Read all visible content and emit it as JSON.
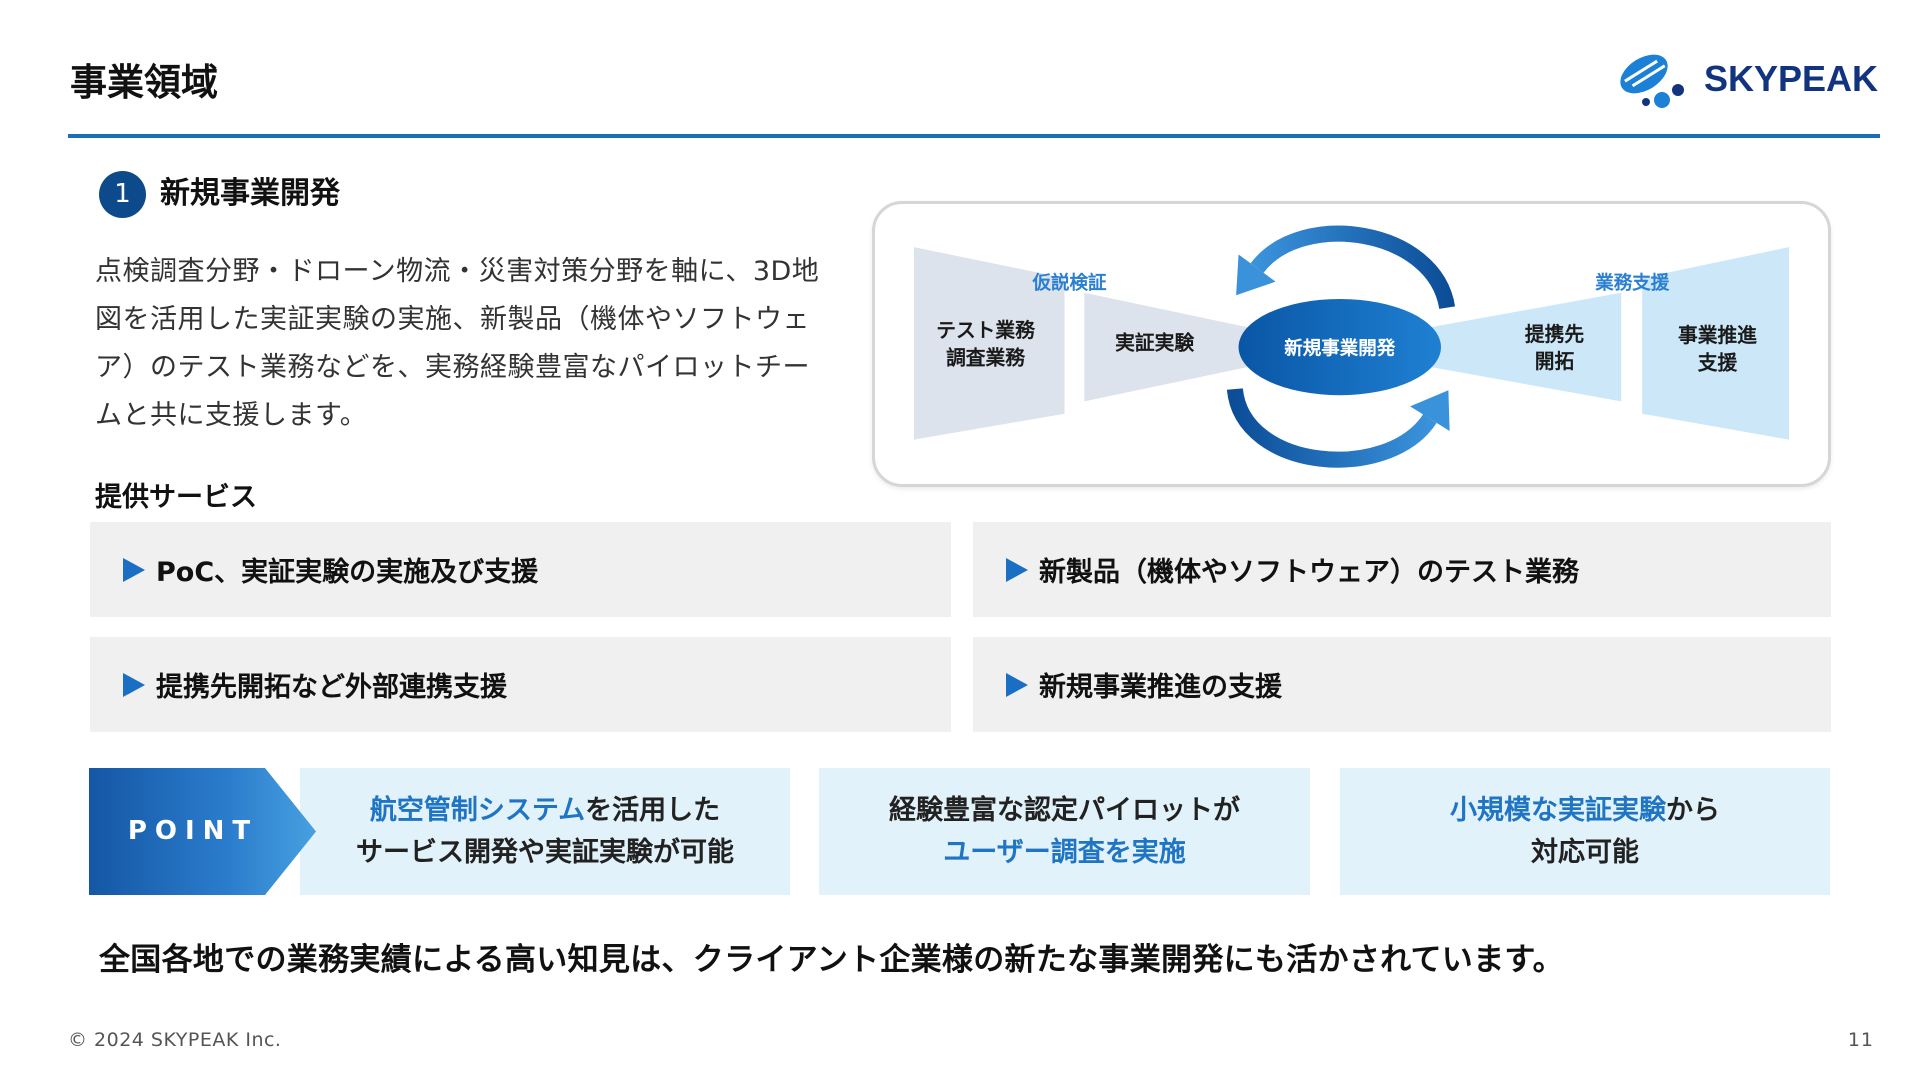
{
  "header": {
    "title": "事業領域",
    "logo_text": "SKYPEAK"
  },
  "section": {
    "number": "1",
    "title": "新規事業開発",
    "description_lines": [
      "点検調査分野・ドローン物流・災害対策分野を軸に、3D地",
      "図を活用した実証実験の実施、新製品（機体やソフトウェ",
      "ア）のテスト業務などを、実務経験豊富なパイロットチー",
      "ムと共に支援します。"
    ]
  },
  "diagram": {
    "left_label": "仮説検証",
    "right_label": "業務支援",
    "center": "新規事業開発",
    "left_stage_outer": [
      "テスト業務",
      "調査業務"
    ],
    "left_stage_inner": "実証実験",
    "right_stage_inner": [
      "提携先",
      "開拓"
    ],
    "right_stage_outer": [
      "事業推進",
      "支援"
    ]
  },
  "services": {
    "heading": "提供サービス",
    "items": [
      "PoC、実証実験の実施及び支援",
      "新製品（機体やソフトウェア）のテスト業務",
      "提携先開拓など外部連携支援",
      "新規事業推進の支援"
    ]
  },
  "point": {
    "label": "POINT",
    "cards": [
      {
        "line1": [
          "航空管制システム",
          "を活用した"
        ],
        "line2": [
          "サービス開発や実証実験が可能"
        ]
      },
      {
        "line1": [
          "経験豊富な認定パイロットが"
        ],
        "line2": [
          "ユーザー調査を実施"
        ]
      },
      {
        "line1": [
          "小規模な実証実験",
          "から"
        ],
        "line2": [
          "対応可能"
        ]
      }
    ]
  },
  "conclusion": "全国各地での業務実績による高い知見は、クライアント企業様の新たな事業開発にも活かされています。",
  "footer": {
    "copyright": "© 2024 SKYPEAK Inc.",
    "page_number": "11"
  },
  "icons": {
    "logo": "skypeak-logo-icon",
    "bullet": "triangle-right-icon",
    "cycle": "circular-arrows-icon"
  },
  "colors": {
    "accent": "#1a6fb6",
    "highlight": "#1f74c4",
    "brand_navy": "#12347e",
    "card_background": "#e2f2fa",
    "service_background": "#f0f0f0"
  }
}
